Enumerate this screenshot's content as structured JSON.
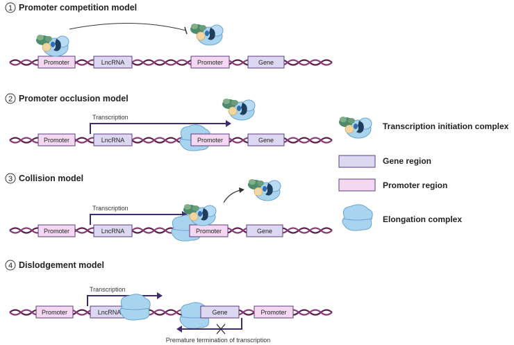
{
  "models": [
    {
      "number": "1",
      "title": "Promoter competition model",
      "boxes": [
        "Promoter",
        "LncRNA",
        "Promoter",
        "Gene"
      ]
    },
    {
      "number": "2",
      "title": "Promoter occlusion model",
      "transcription_label": "Transcription",
      "boxes": [
        "Promoter",
        "LncRNA",
        "Promoter",
        "Gene"
      ]
    },
    {
      "number": "3",
      "title": "Collision model",
      "transcription_label": "Transcription",
      "boxes": [
        "Promoter",
        "LncRNA",
        "Promoter",
        "Gene"
      ]
    },
    {
      "number": "4",
      "title": "Dislodgement model",
      "transcription_label": "Transcription",
      "boxes": [
        "Promoter",
        "LncRNA",
        "Gene",
        "Promoter"
      ],
      "termination_label": "Premature termination of transcription"
    }
  ],
  "legend": [
    {
      "icon": "transcription-initiation-complex-icon",
      "label": "Transcription initiation complex"
    },
    {
      "icon": "gene-region-box",
      "label": "Gene region"
    },
    {
      "icon": "promoter-region-box",
      "label": "Promoter region"
    },
    {
      "icon": "elongation-complex-icon",
      "label": "Elongation complex"
    }
  ],
  "colors": {
    "dna": "#5a1f4d",
    "promoter_fill": "#f4d8f2",
    "gene_fill": "#ddd8f2",
    "box_stroke": "#5a3d7a",
    "arrow": "#3e2a70",
    "elongation": "#a8d4ef",
    "elongation_stroke": "#6aa5cf"
  }
}
